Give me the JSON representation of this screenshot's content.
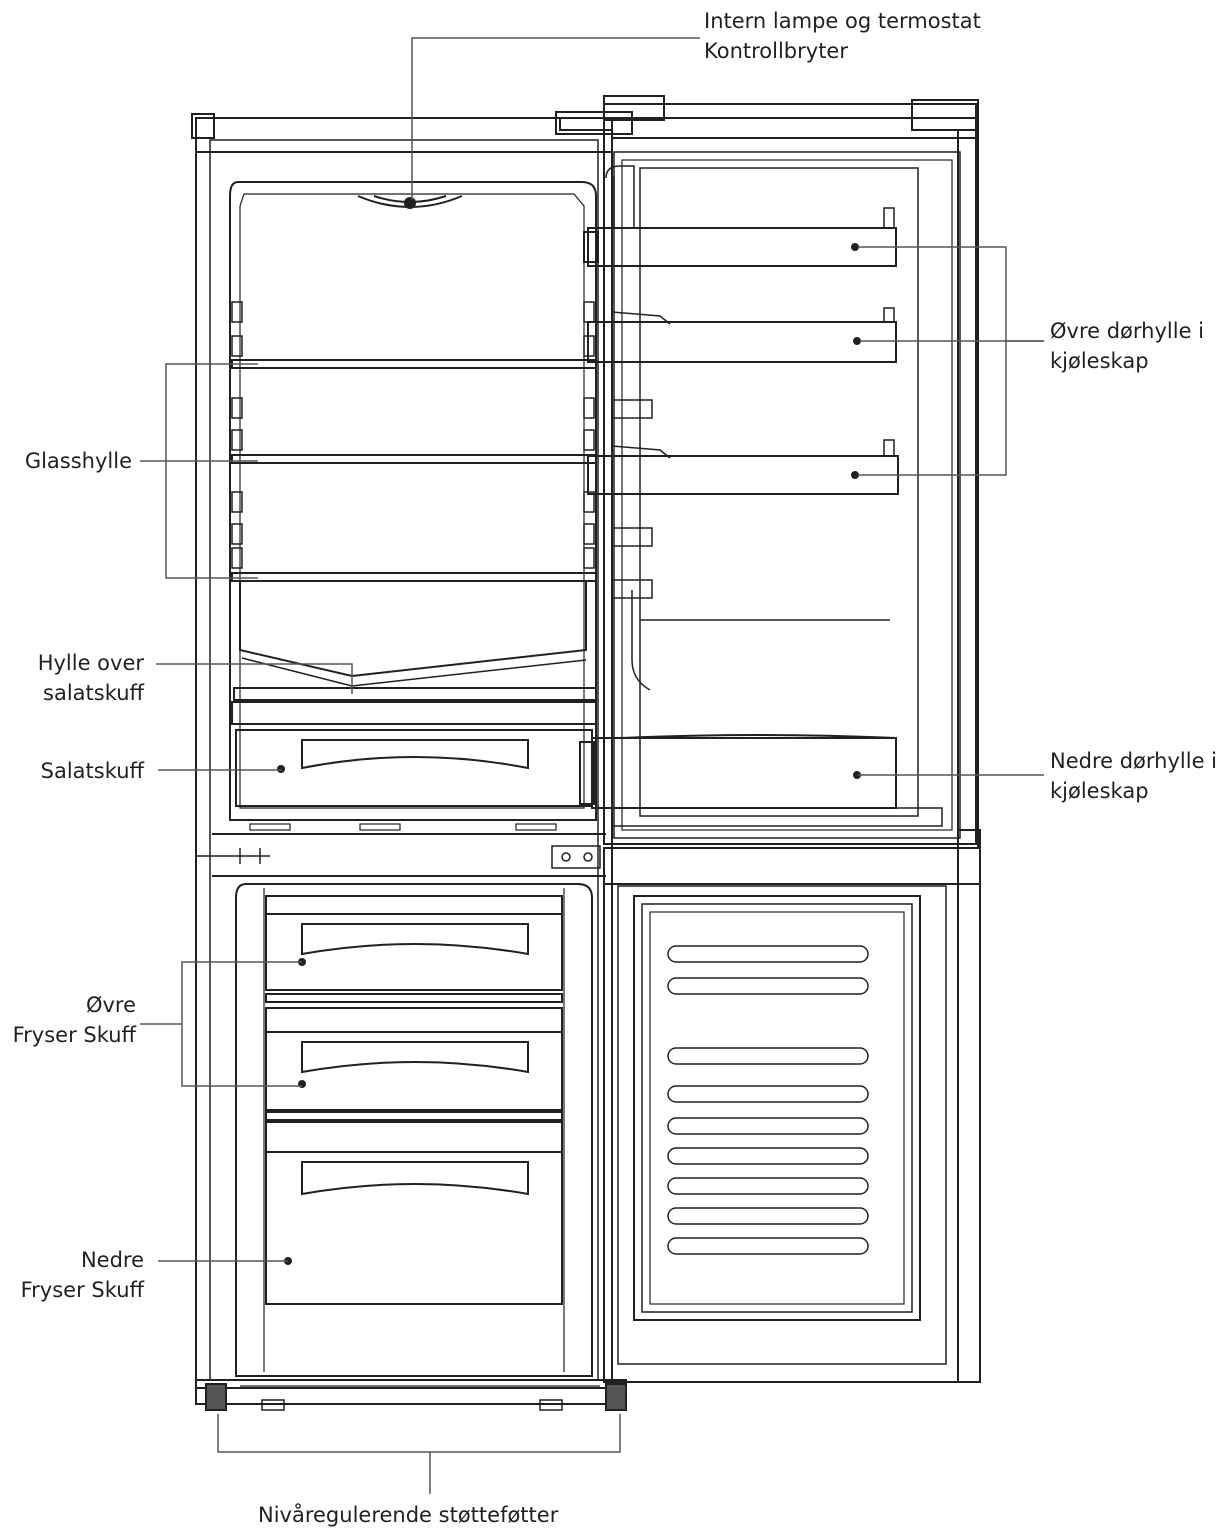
{
  "labels": {
    "lamp": [
      "Intern lampe og termostat",
      "Kontrollbryter"
    ],
    "upper_door_shelf": [
      "Øvre dørhylle i",
      "kjøleskap"
    ],
    "glass_shelf": [
      "Glasshylle"
    ],
    "crisper_shelf": [
      "Hylle over",
      "salatskuff"
    ],
    "crisper": [
      "Salatskuff"
    ],
    "lower_door_shelf": [
      "Nedre dørhylle i",
      "kjøleskap"
    ],
    "upper_freezer_drawer": [
      "Øvre",
      "Fryser Skuff"
    ],
    "lower_freezer_drawer": [
      "Nedre",
      "Fryser Skuff"
    ],
    "feet": [
      "Nivåregulerende støtteføtter"
    ]
  },
  "colors": {
    "line": "#231f20",
    "leader": "#555555"
  }
}
